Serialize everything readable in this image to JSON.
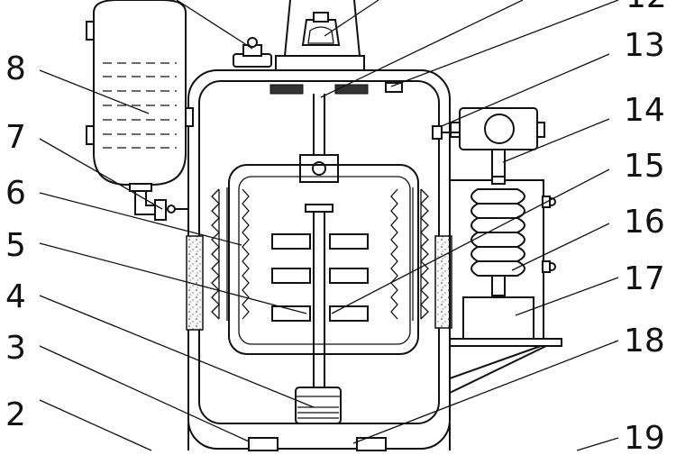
{
  "diagram": {
    "labels": [
      "8",
      "7",
      "6",
      "5",
      "4",
      "3",
      "2",
      "12",
      "13",
      "14",
      "15",
      "16",
      "17",
      "18",
      "19"
    ]
  }
}
